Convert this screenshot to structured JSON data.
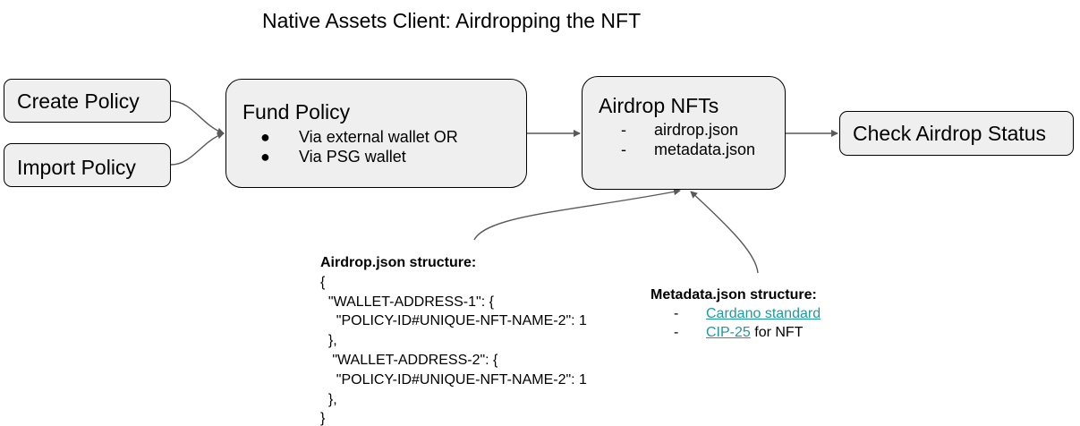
{
  "title": "Native Assets Client: Airdropping the NFT",
  "boxes": {
    "create_policy": "Create Policy",
    "import_policy": "Import Policy",
    "fund_policy": {
      "label": "Fund Policy",
      "items": [
        {
          "marker": "●",
          "text": "Via external wallet OR"
        },
        {
          "marker": "●",
          "text": "Via PSG wallet"
        }
      ]
    },
    "airdrop_nfts": {
      "label": "Airdrop NFTs",
      "items": [
        {
          "marker": "-",
          "text": "airdrop.json"
        },
        {
          "marker": "-",
          "text": "metadata.json"
        }
      ]
    },
    "check_status": "Check Airdrop Status"
  },
  "airdrop_json": {
    "heading": "Airdrop.json structure:",
    "lines": [
      "{",
      "  \"WALLET-ADDRESS-1\": {",
      "    \"POLICY-ID#UNIQUE-NFT-NAME-2\": 1",
      "  },",
      "   \"WALLET-ADDRESS-2\": {",
      "    \"POLICY-ID#UNIQUE-NFT-NAME-2\": 1",
      "  },",
      "}"
    ]
  },
  "metadata_json": {
    "heading": "Metadata.json structure:",
    "items": [
      {
        "marker": "-",
        "link": "Cardano standard",
        "suffix": ""
      },
      {
        "marker": "-",
        "link": "CIP-25",
        "suffix": " for NFT"
      }
    ]
  },
  "colors": {
    "box_fill": "#efefef",
    "box_border": "#000000",
    "connector": "#595959",
    "link": "#1a9ba1"
  }
}
